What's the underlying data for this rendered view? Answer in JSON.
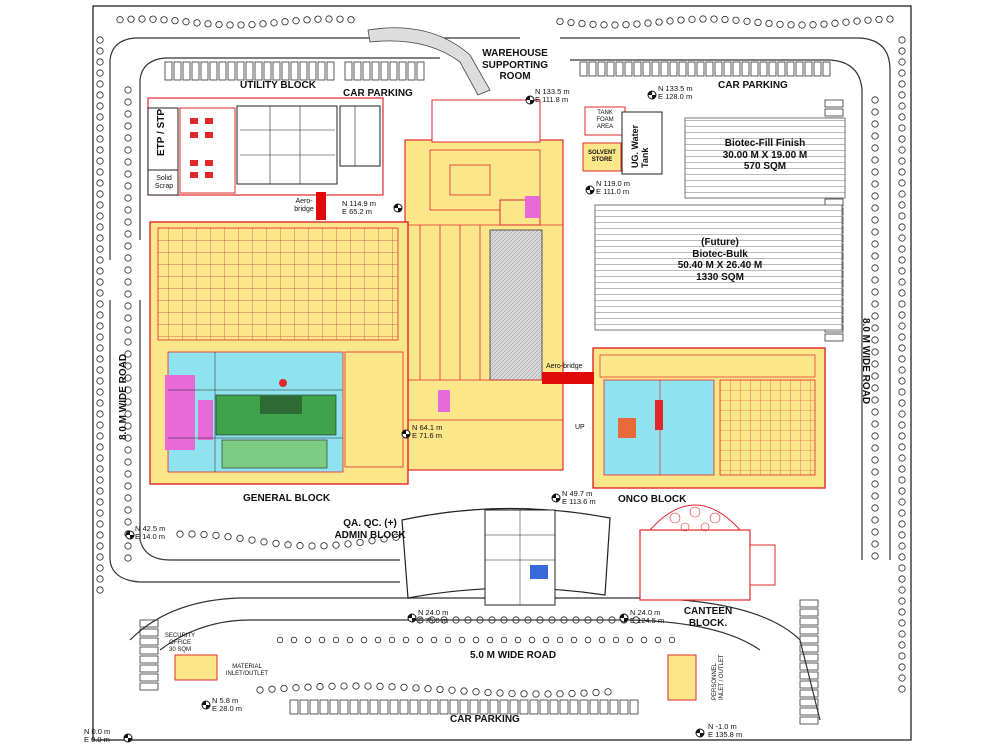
{
  "blocks": {
    "utility": "UTILITY BLOCK",
    "warehouse": [
      "WAREHOUSE",
      "SUPPORTING",
      "ROOM"
    ],
    "general": "GENERAL BLOCK",
    "onco": "ONCO BLOCK",
    "admin": [
      "QA. QC. (+)",
      "ADMIN BLOCK"
    ],
    "canteen": [
      "CANTEEN",
      "BLOCK."
    ],
    "etp": "ETP / STP",
    "solid_scrap": [
      "Solid",
      "Scrap"
    ],
    "ug_tank": [
      "UG. Water",
      "Tank"
    ],
    "tank_foam": [
      "TANK",
      "FOAM",
      "AREA"
    ],
    "solvent": [
      "SOLVENT",
      "STORE"
    ],
    "security": [
      "SECURITY",
      "OFFICE",
      "30 SQM"
    ],
    "material": [
      "MATERIAL",
      "INLET/OUTLET"
    ],
    "personnel": [
      "PERSONNEL",
      "INLET / OUTLET"
    ]
  },
  "future": {
    "fill_finish": [
      "Biotec-Fill Finish",
      "30.00 M X 19.00 M",
      "570 SQM"
    ],
    "bulk": [
      "(Future)",
      "Biotec-Bulk",
      "50.40 M X 26.40 M",
      "1330 SQM"
    ]
  },
  "roads": {
    "left": "8.0 M WIDE ROAD",
    "right": "8.0 M WIDE ROAD",
    "bottom": "5.0 M WIDE ROAD",
    "car_parking_top_left": "CAR PARKING",
    "car_parking_top_right": "CAR PARKING",
    "car_parking_bottom": "CAR PARKING"
  },
  "bridges": {
    "aero1": [
      "Aero-",
      "bridge"
    ],
    "aero2": "Aero-bridge"
  },
  "up": "UP",
  "coords": [
    [
      "N 114.9 m",
      "E 65.2 m"
    ],
    [
      "N 133.5 m",
      "E 111.8 m"
    ],
    [
      "N 133.5 m",
      "E 128.0 m"
    ],
    [
      "N 119.0 m",
      "E 111.0 m"
    ],
    [
      "N 64.1 m",
      "E 71.6 m"
    ],
    [
      "N 49.7 m",
      "E 113.6 m"
    ],
    [
      "N 42.5 m",
      "E 14.0 m"
    ],
    [
      "N 24.0 m",
      "E 75.0 m"
    ],
    [
      "N 24.0 m",
      "E 124.5 m"
    ],
    [
      "N 5.8 m",
      "E 28.0 m"
    ],
    [
      "N 0.0 m",
      "E 0.0 m"
    ],
    [
      "N -1.0 m",
      "E 135.8 m"
    ]
  ],
  "colors": {
    "building": "#fbe68a",
    "wall": "#e0282a",
    "cyan": "#8fe3ef",
    "green": "#3ea34b",
    "magenta": "#e86ad8",
    "aerobridge": "#e00a0a",
    "line": "#222222"
  }
}
